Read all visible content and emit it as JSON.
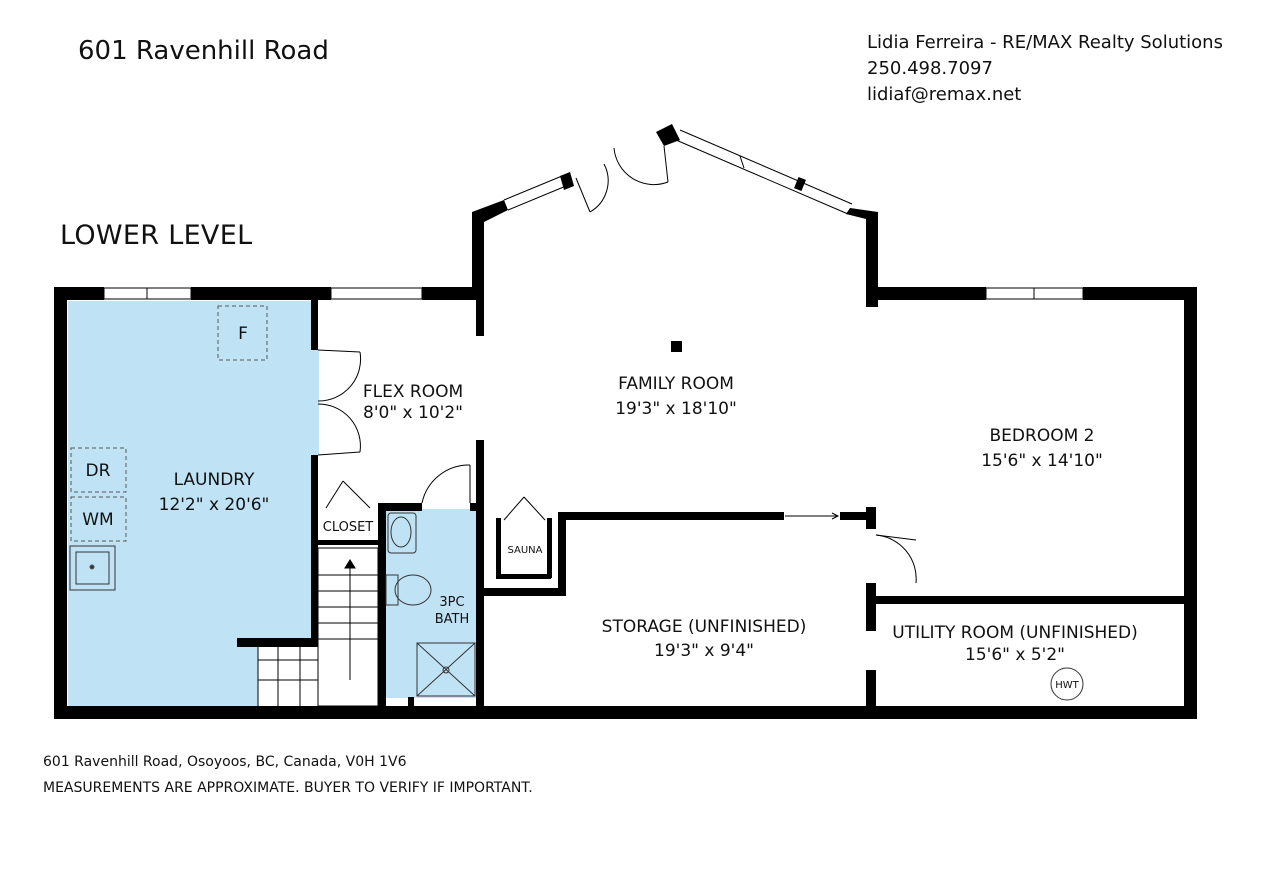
{
  "header": {
    "address": "601 Ravenhill Road",
    "agent_name": "Lidia Ferreira - RE/MAX Realty Solutions",
    "agent_phone": "250.498.7097",
    "agent_email": "lidiaf@remax.net"
  },
  "level_title": "LOWER LEVEL",
  "rooms": {
    "laundry": {
      "name": "LAUNDRY",
      "size": "12'2\" x 20'6\""
    },
    "flex": {
      "name": "FLEX ROOM",
      "size": "8'0\" x 10'2\""
    },
    "family": {
      "name": "FAMILY ROOM",
      "size": "19'3\" x 18'10\""
    },
    "bedroom2": {
      "name": "BEDROOM 2",
      "size": "15'6\" x 14'10\""
    },
    "storage": {
      "name": "STORAGE (UNFINISHED)",
      "size": "19'3\" x 9'4\""
    },
    "utility": {
      "name": "UTILITY ROOM (UNFINISHED)",
      "size": "15'6\" x 5'2\""
    },
    "bath": {
      "line1": "3PC",
      "line2": "BATH"
    },
    "closet": {
      "name": "CLOSET"
    },
    "sauna": {
      "name": "SAUNA"
    }
  },
  "fixtures": {
    "furnace": "F",
    "dryer": "DR",
    "washer": "WM",
    "water_heater": "HWT"
  },
  "footer": {
    "full_address": "601 Ravenhill Road, Osoyoos, BC, Canada, V0H 1V6",
    "disclaimer": "MEASUREMENTS ARE APPROXIMATE. BUYER TO VERIFY IF IMPORTANT."
  },
  "colors": {
    "wall": "#000000",
    "finished_room_fill": "#bfe3f5",
    "background": "#ffffff"
  }
}
